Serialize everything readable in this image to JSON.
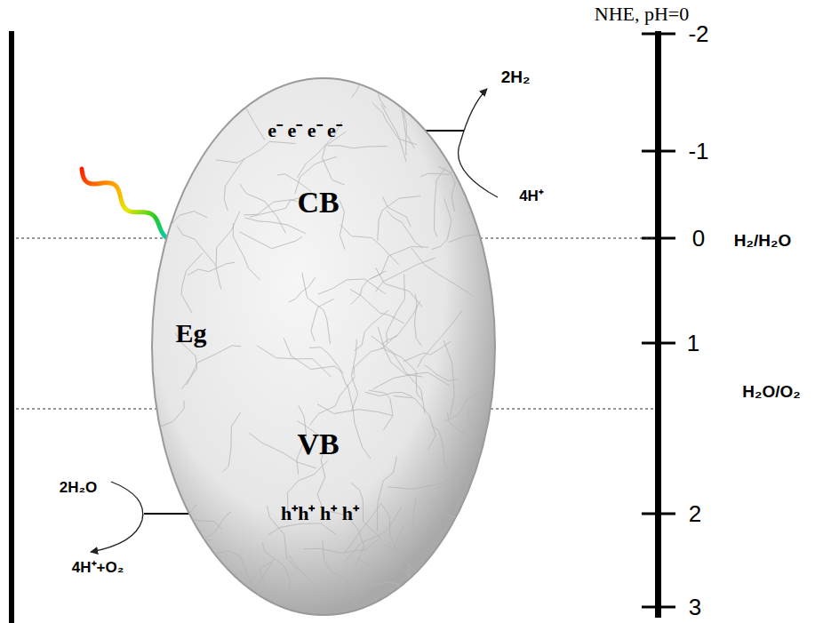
{
  "diagram": {
    "nodes": [
      {
        "text": [
          "e⁻ e⁻ e⁻ e⁻",
          "CB",
          "Eg",
          "VB",
          "h⁺h⁺ h⁺ h⁺"
        ]
      }
    ],
    "labels": [
      "NHE, pH=0",
      "-2",
      "-1",
      "0",
      "1",
      "2",
      "3",
      "H₂/H₂O",
      "H₂O/O₂",
      "2H₂",
      "4H⁺",
      "2H₂O",
      "4H⁺+O₂"
    ]
  }
}
